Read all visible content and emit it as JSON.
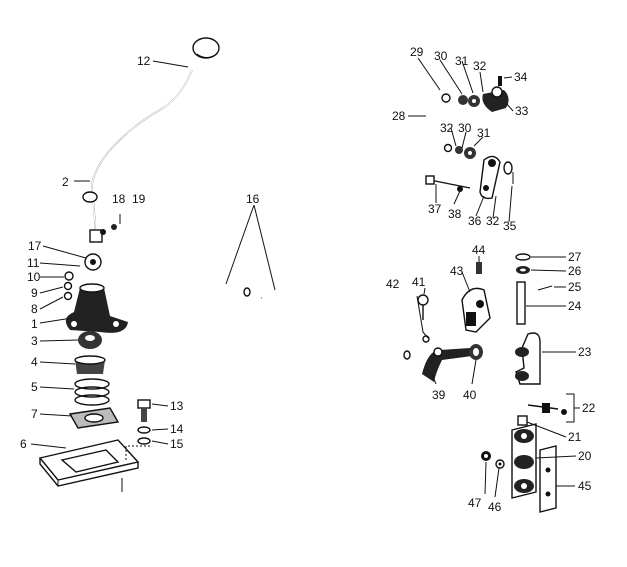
{
  "diagram": {
    "callouts": [
      "12",
      "2",
      "18",
      "19",
      "17",
      "11",
      "10",
      "9",
      "8",
      "1",
      "3",
      "4",
      "5",
      "7",
      "6",
      "13",
      "14",
      "15",
      "16",
      "29",
      "30",
      "31",
      "32",
      "34",
      "28",
      "33",
      "37",
      "38",
      "36",
      "35",
      "44",
      "43",
      "27",
      "26",
      "42",
      "41",
      "25",
      "24",
      "23",
      "39",
      "40",
      "22",
      "21",
      "20",
      "47",
      "46",
      "45"
    ]
  }
}
